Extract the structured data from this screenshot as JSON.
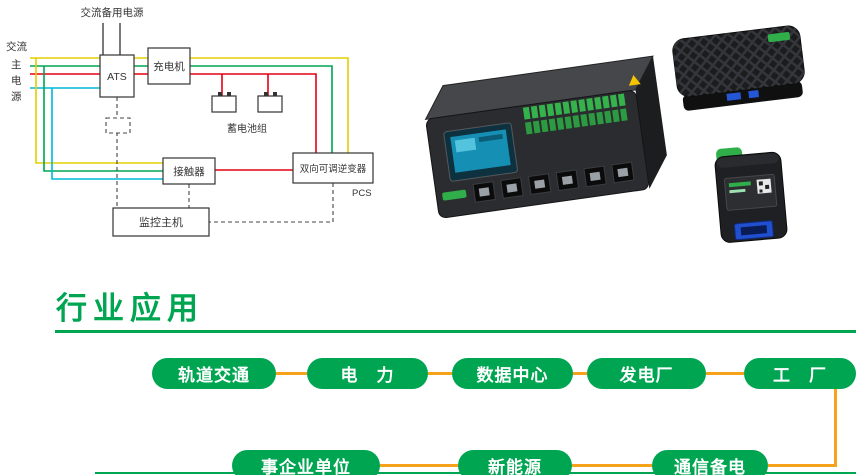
{
  "colors": {
    "accent_green": "#00a551",
    "connector_orange": "#f7a21b",
    "wire_yellow": "#e3cf00",
    "wire_green": "#00a551",
    "wire_red": "#e60012",
    "wire_cyan": "#00b9d8"
  },
  "diagram": {
    "labels": {
      "ac_backup": "交流备用电源",
      "ac_main_line1": "交流",
      "ac_main_line2": "主",
      "ac_main_line3": "电",
      "ac_main_line4": "源",
      "battery_group": "蓄电池组",
      "pcs": "PCS"
    },
    "nodes": {
      "ats": "ATS",
      "charger": "充电机",
      "contactor": "接触器",
      "inverter": "双向可调逆变器",
      "monitor_host": "监控主机"
    }
  },
  "section": {
    "title": "行业应用"
  },
  "industries": {
    "row1": [
      "轨道交通",
      "电　力",
      "数据中心",
      "发电厂",
      "工　厂"
    ],
    "row2": [
      "事企业单位",
      "新能源",
      "通信备电"
    ]
  }
}
